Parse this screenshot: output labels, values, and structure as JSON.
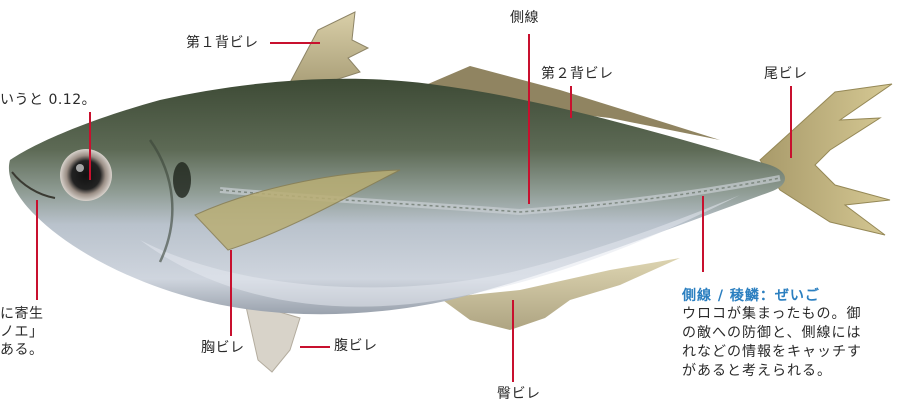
{
  "labels": {
    "dorsal_fin_1": "第１背ビレ",
    "lateral_line": "側線",
    "dorsal_fin_2": "第２背ビレ",
    "tail_fin": "尾ビレ",
    "pectoral_fin": "胸ビレ",
    "pelvic_fin": "腹ビレ",
    "anal_fin": "臀ビレ"
  },
  "eye_note": "いうと 0.12。",
  "parasite_note": {
    "lines": [
      "に寄生",
      "ノエ」",
      "ある。"
    ]
  },
  "scute_note": {
    "title": "側線 / 稜鱗：ぜいご",
    "lines": [
      "ウロコが集まったもの。御",
      "の敵への防御と、側線には",
      "れなどの情報をキャッチす",
      "があると考えられる。"
    ]
  },
  "colors": {
    "leader_line": "#c8102e",
    "note_title": "#2b7fc0",
    "text": "#2a2a2a"
  }
}
